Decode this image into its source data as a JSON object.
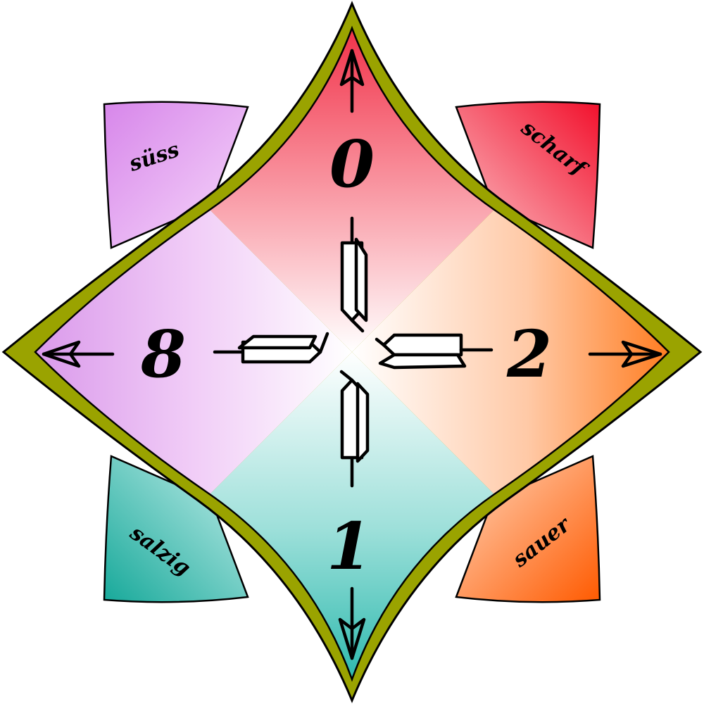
{
  "numbers": {
    "top": "0",
    "right": "2",
    "bottom": "1",
    "left": "8"
  },
  "tastes": {
    "top_left": "süss",
    "top_right": "scharf",
    "bottom_left": "salzig",
    "bottom_right": "sauer"
  },
  "colors": {
    "frame_olive": "#9aa300",
    "top_red": "#f0213a",
    "right_orange": "#ff6a00",
    "bottom_teal": "#1cb3a7",
    "left_violet": "#d58ee8",
    "center": "#ffffff",
    "corner_top_left": "#d786ea",
    "corner_top_right": "#f2102c",
    "corner_bottom_left": "#17a99a",
    "corner_bottom_right": "#ff5a00"
  }
}
